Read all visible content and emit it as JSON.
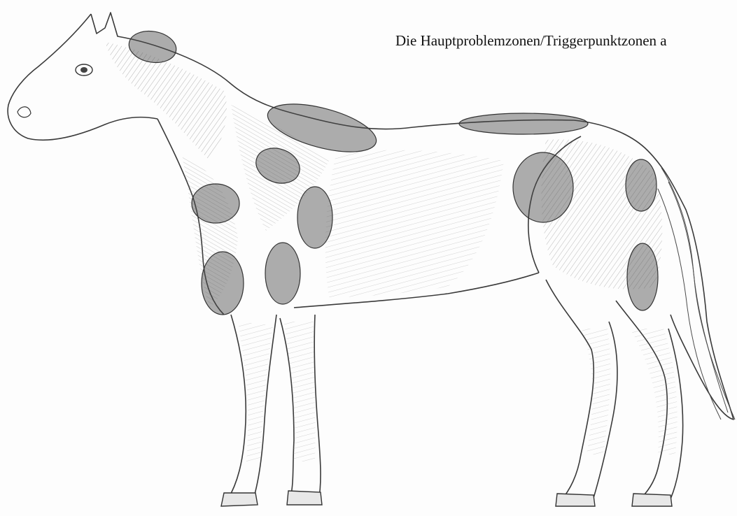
{
  "caption": "Die Hauptproblemzonen/Triggerpunktzonen a",
  "colors": {
    "line": "#3a3a3a",
    "muscle_hatch": "#555555",
    "zone_fill": "#4a4a4a",
    "background": "#fdfdfd"
  },
  "zones": [
    {
      "id": "poll"
    },
    {
      "id": "withers"
    },
    {
      "id": "saddle-back"
    },
    {
      "id": "neck-lower"
    },
    {
      "id": "shoulder-upper"
    },
    {
      "id": "shoulder-scapula"
    },
    {
      "id": "chest-point"
    },
    {
      "id": "upper-arm"
    },
    {
      "id": "hip"
    },
    {
      "id": "hindquarter-upper"
    },
    {
      "id": "hindquarter-lower"
    }
  ]
}
